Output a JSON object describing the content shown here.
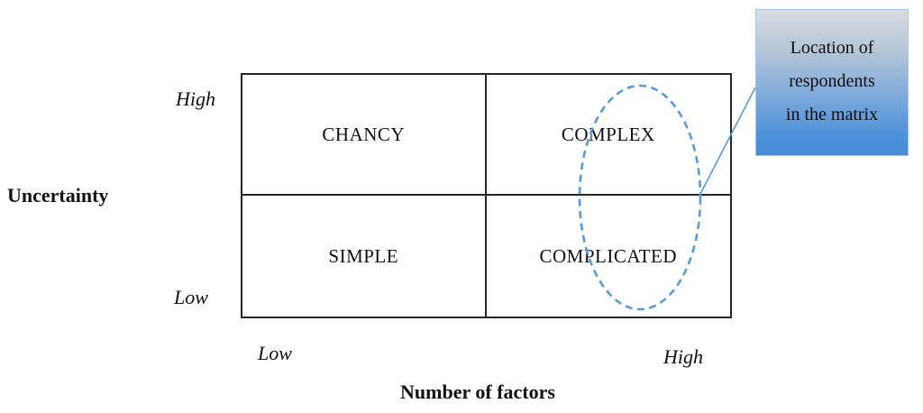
{
  "diagram": {
    "y_axis": {
      "title": "Uncertainty",
      "high_label": "High",
      "low_label": "Low"
    },
    "x_axis": {
      "title": "Number of factors",
      "low_label": "Low",
      "high_label": "High"
    },
    "quadrants": {
      "top_left": "CHANCY",
      "top_right": "COMPLEX",
      "bottom_left": "SIMPLE",
      "bottom_right": "COMPLICATED"
    }
  },
  "callout": {
    "lines": [
      "Location of",
      "respondents",
      "in the matrix"
    ]
  },
  "colors": {
    "annotation_blue": "#5b9bd5",
    "matrix_line": "#262626",
    "callout_gradient_top": "#d8dcdf",
    "callout_gradient_bottom": "#478dd6",
    "callout_border": "#a8c6e8"
  }
}
